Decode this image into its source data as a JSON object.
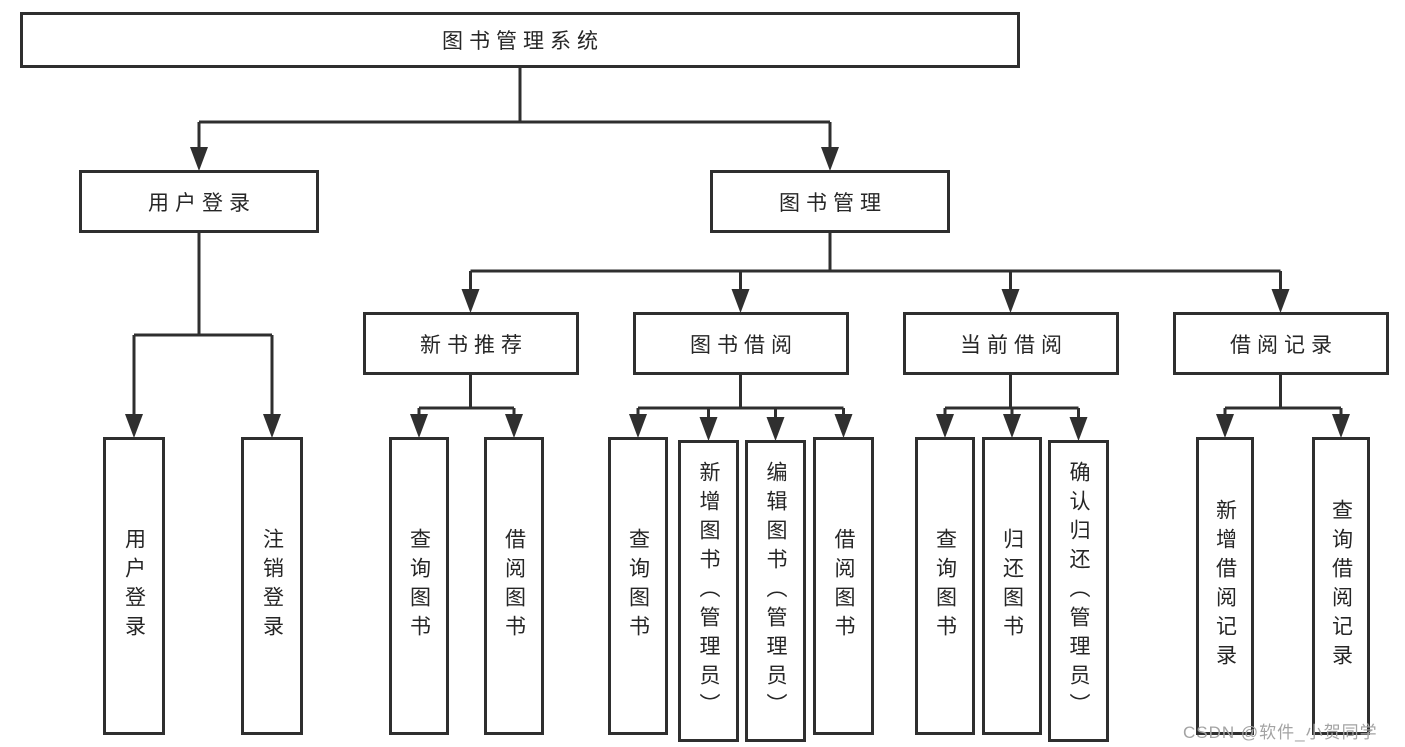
{
  "diagram": {
    "title": "图书管理系统",
    "nodes": {
      "root": "图书管理系统",
      "level2": [
        "用户登录",
        "图书管理"
      ],
      "level3": [
        "新书推荐",
        "图书借阅",
        "当前借阅",
        "借阅记录"
      ],
      "group1": [
        "用户登录",
        "注销登录"
      ],
      "group2": [
        "查询图书",
        "借阅图书"
      ],
      "group3": [
        "查询图书",
        "新增图书（管理员）",
        "编辑图书（管理员）",
        "借阅图书"
      ],
      "group4": [
        "查询图书",
        "归还图书",
        "确认归还（管理员）"
      ],
      "group5": [
        "新增借阅记录",
        "查询借阅记录"
      ]
    },
    "colors": {
      "line": "#2f2f2f",
      "box_border": "#2f2f2f",
      "text": "#262626",
      "watermark": "#a3a3a3",
      "background": "#ffffff"
    }
  },
  "watermark": "CSDN @软件_小贺同学"
}
